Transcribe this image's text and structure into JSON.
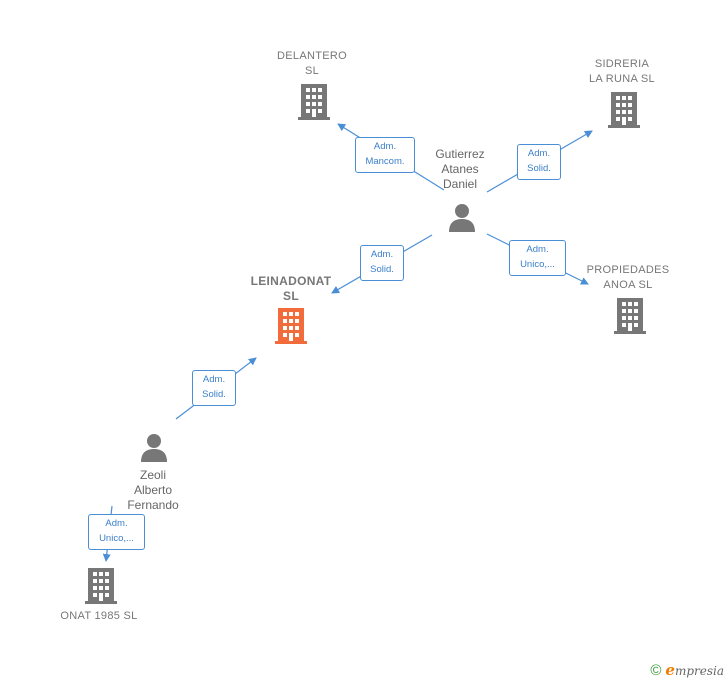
{
  "nodes": {
    "delantero": {
      "label": "DELANTERO\nSL"
    },
    "sidreria": {
      "label": "SIDRERIA\nLA RUNA  SL"
    },
    "leinadonat": {
      "label": "LEINADONAT\nSL"
    },
    "propiedades": {
      "label": "PROPIEDADES\nANOA  SL"
    },
    "onat": {
      "label": "ONAT 1985  SL"
    }
  },
  "persons": {
    "gutierrez": {
      "label": "Gutierrez\nAtanes\nDaniel"
    },
    "zeoli": {
      "label": "Zeoli\nAlberto\nFernando"
    }
  },
  "relations": {
    "r1": {
      "label": "Adm.\nMancom."
    },
    "r2": {
      "label": "Adm.\nSolid."
    },
    "r3": {
      "label": "Adm.\nSolid."
    },
    "r4": {
      "label": "Adm.\nUnico,..."
    },
    "r5": {
      "label": "Adm.\nSolid."
    },
    "r6": {
      "label": "Adm.\nUnico,..."
    }
  },
  "footer": {
    "copyright": "©",
    "brand_initial": "e",
    "brand_rest": "mpresia"
  },
  "colors": {
    "building": "#777777",
    "building_main": "#f26b3a",
    "person": "#777777",
    "edge": "#4a8fd6"
  }
}
